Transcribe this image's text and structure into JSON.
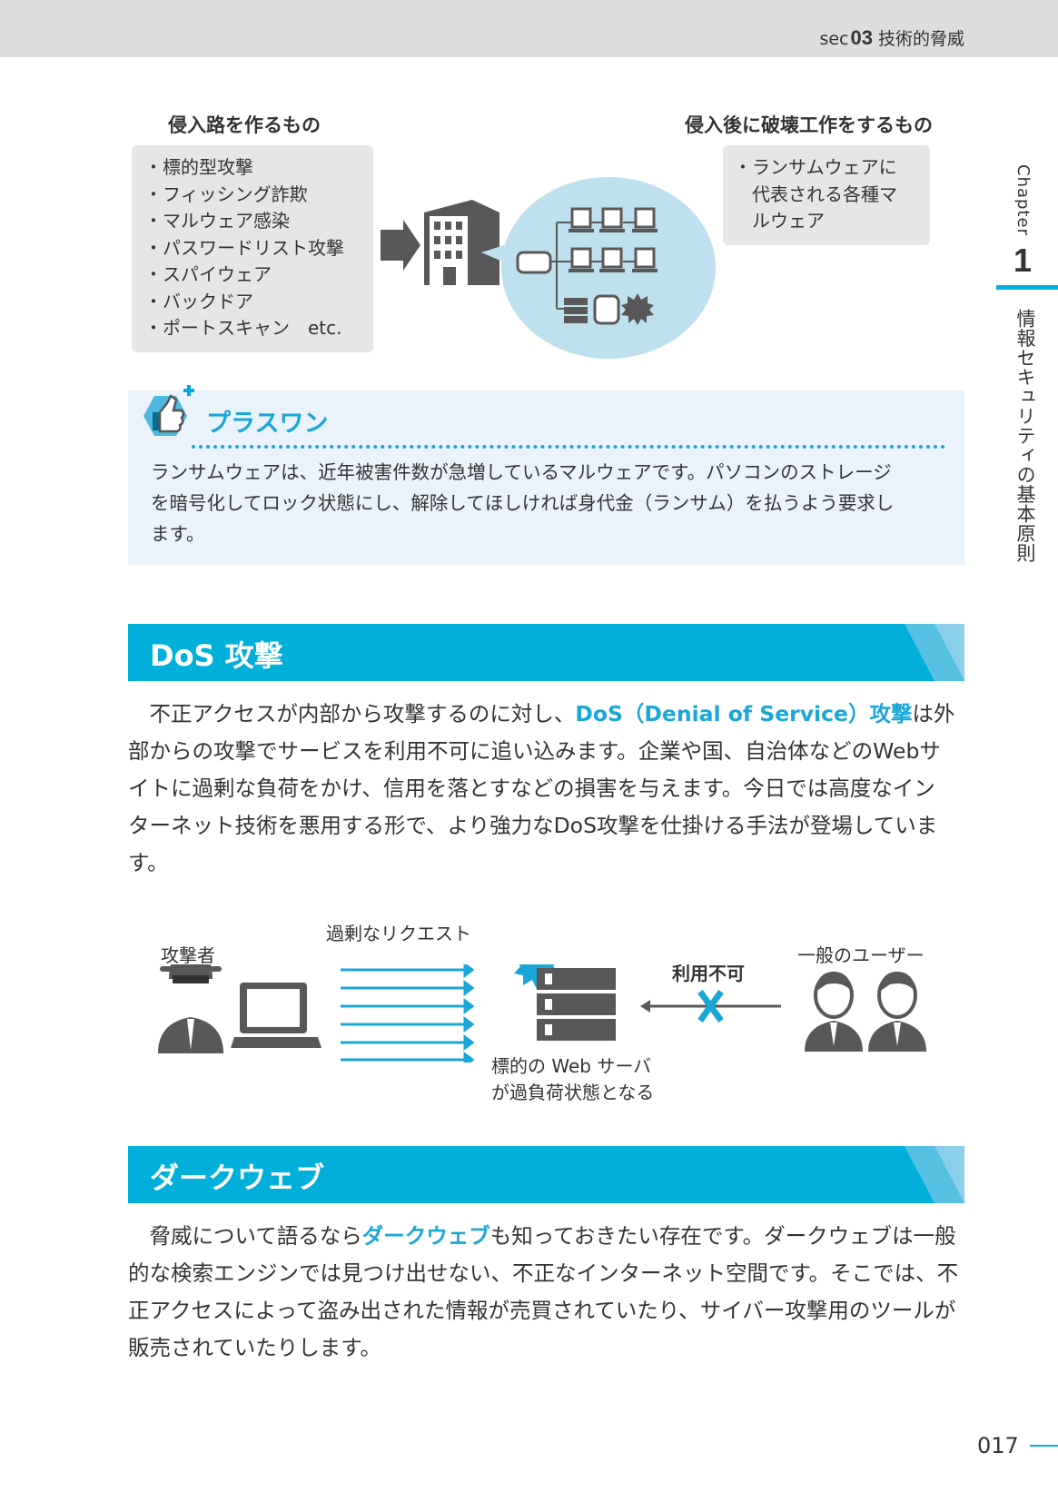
{
  "header": {
    "sec_label": "sec",
    "sec_number": "03",
    "section_title": "技術的脅威"
  },
  "side_tab": {
    "chapter_label": "Chapter",
    "chapter_number": "1",
    "chapter_title": "情報セキュリティの基本原則"
  },
  "figure1": {
    "left_heading": "侵入路を作るもの",
    "left_items": [
      "・標的型攻撃",
      "・フィッシング詐欺",
      "・マルウェア感染",
      "・パスワードリスト攻撃",
      "・スパイウェア",
      "・バックドア",
      "・ポートスキャン　etc."
    ],
    "right_heading": "侵入後に破壊工作をするもの",
    "right_items": [
      "・ランサムウェアに",
      "　代表される各種マ",
      "　ルウェア"
    ]
  },
  "plus_one": {
    "title": "プラスワン",
    "lines": [
      "ランサムウェアは、近年被害件数が急増しているマルウェアです。パソコンのストレージ",
      "を暗号化してロック状態にし、解除してほしければ身代金（ランサム）を払うよう要求し",
      "ます。"
    ]
  },
  "dos": {
    "heading": "DoS 攻撃",
    "line1_pre": "　不正アクセスが内部から攻撃するのに対し、",
    "line1_hl": "DoS（Denial of Service）攻撃",
    "line1_post": "は外",
    "lines": [
      "部からの攻撃でサービスを利用不可に追い込みます。企業や国、自治体などのWebサ",
      "イトに過剰な負荷をかけ、信用を落とすなどの損害を与えます。今日では高度なイン",
      "ターネット技術を悪用する形で、より強力なDoS攻撃を仕掛ける手法が登場していま",
      "す。"
    ]
  },
  "figure2": {
    "attacker_label": "攻撃者",
    "requests_label": "過剰なリクエスト",
    "unavailable_label": "利用不可",
    "users_label": "一般のユーザー",
    "server_caption": [
      "標的の Web サーバ",
      "が過負荷状態となる"
    ]
  },
  "darkweb": {
    "heading": "ダークウェブ",
    "line1_pre": "　脅威について語るなら",
    "line1_hl": "ダークウェブ",
    "line1_post": "も知っておきたい存在です。ダークウェブは一般",
    "lines": [
      "的な検索エンジンでは見つけ出せない、不正なインターネット空間です。そこでは、不",
      "正アクセスによって盗み出された情報が売買されていたり、サイバー攻撃用のツールが",
      "販売されていたりします。"
    ]
  },
  "page_number": "017",
  "colors": {
    "accent": "#00b0db",
    "gray_bar": "#dcdddf",
    "icon_gray": "#58585a",
    "bubble": "#bfe1ef"
  }
}
